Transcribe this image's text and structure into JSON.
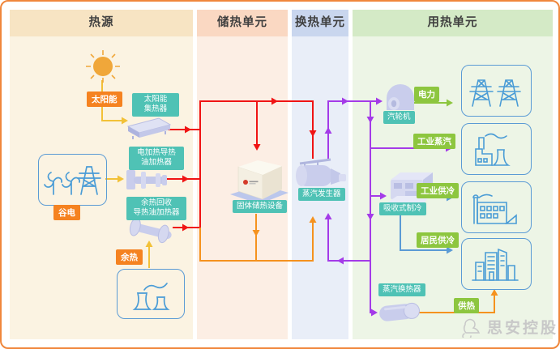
{
  "columns": [
    {
      "label": "热源"
    },
    {
      "label": "储热单元"
    },
    {
      "label": "换热单元"
    },
    {
      "label": "用热单元"
    }
  ],
  "sources": {
    "solar_tag": "太阳能",
    "valley_tag": "谷电",
    "waste_tag": "余热",
    "collector": {
      "line1": "太阳能",
      "line2": "集热器"
    },
    "electric_heater": {
      "line1": "电加热导热",
      "line2": "油加热器"
    },
    "waste_heater": {
      "line1": "余热回收",
      "line2": "导热油加热器"
    }
  },
  "storage": {
    "device": "固体储热设备"
  },
  "exchange": {
    "steam_generator": "蒸汽发生器"
  },
  "consumption": {
    "turbine": "汽轮机",
    "chiller": "吸收式制冷",
    "exchanger": "蒸汽换热器",
    "electricity": "电力",
    "industrial_steam": "工业蒸汽",
    "industrial_cooling": "工业供冷",
    "residential_cooling": "居民供冷",
    "heating": "供热"
  },
  "brand": "思安控股",
  "colors": {
    "border_orange": "#F0873C",
    "line_red": "#F01414",
    "line_orange": "#F5921E",
    "line_yellow": "#F2C138",
    "line_purple": "#A43BE8",
    "line_green": "#8DC63F",
    "line_blue": "#5B9BD5",
    "chip_teal": "#4FC2B5",
    "tag_orange": "#F58220",
    "tag_green": "#8DC63F",
    "icon_blue": "#4A9CD6",
    "equipment_lavender": "#C9CDEC"
  }
}
